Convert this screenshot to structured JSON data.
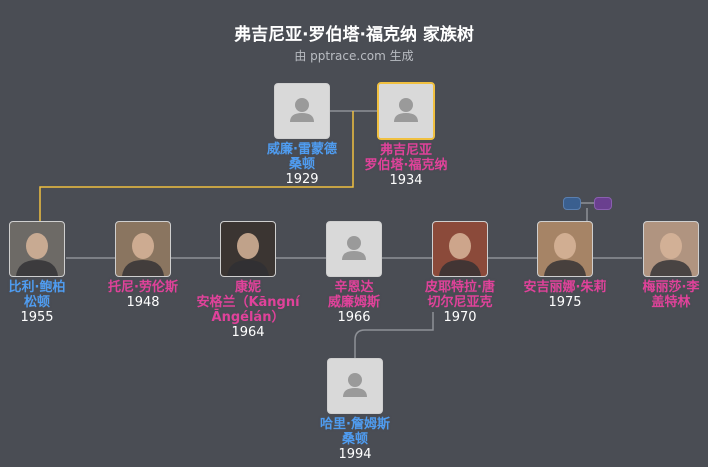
{
  "title": "弗吉尼亚·罗伯塔·福克纳 家族树",
  "subtitle": "由 pptrace.com 生成",
  "colors": {
    "background": "#4a4d54",
    "male": "#4f9cf0",
    "female": "#e0429a",
    "focus_border": "#f0c040",
    "line": "#8e9197"
  },
  "people": {
    "father": {
      "name_lines": [
        "威廉·雷蒙德",
        "桑顿"
      ],
      "year": "1929",
      "gender": "male",
      "photo": "placeholder"
    },
    "focus": {
      "name_lines": [
        "弗吉尼亚",
        "罗伯塔·福克纳"
      ],
      "year": "1934",
      "gender": "female",
      "photo": "placeholder"
    },
    "billy": {
      "name_lines": [
        "比利·鲍柏",
        "松顿"
      ],
      "year": "1955",
      "gender": "male",
      "photo": "portrait"
    },
    "toni": {
      "name_lines": [
        "托尼·劳伦斯"
      ],
      "year": "1948",
      "gender": "female",
      "photo": "portrait"
    },
    "cynthia": {
      "name_lines": [
        "康妮",
        "安格兰（Kāngní",
        "Āngélán）"
      ],
      "year": "1964",
      "gender": "female",
      "photo": "portrait"
    },
    "cindy": {
      "name_lines": [
        "辛恩达",
        "威廉姆斯"
      ],
      "year": "1966",
      "gender": "female",
      "photo": "placeholder"
    },
    "pietra": {
      "name_lines": [
        "皮耶特拉·唐",
        "切尔尼亚克"
      ],
      "year": "1970",
      "gender": "female",
      "photo": "portrait"
    },
    "angelina": {
      "name_lines": [
        "安吉丽娜·朱莉"
      ],
      "year": "1975",
      "gender": "female",
      "photo": "portrait"
    },
    "melissa": {
      "name_lines": [
        "梅丽莎·李",
        "盖特林"
      ],
      "year": "",
      "gender": "female",
      "photo": "portrait"
    },
    "harry": {
      "name_lines": [
        "哈里·詹姆斯",
        "桑顿"
      ],
      "year": "1994",
      "gender": "male",
      "photo": "placeholder"
    }
  }
}
